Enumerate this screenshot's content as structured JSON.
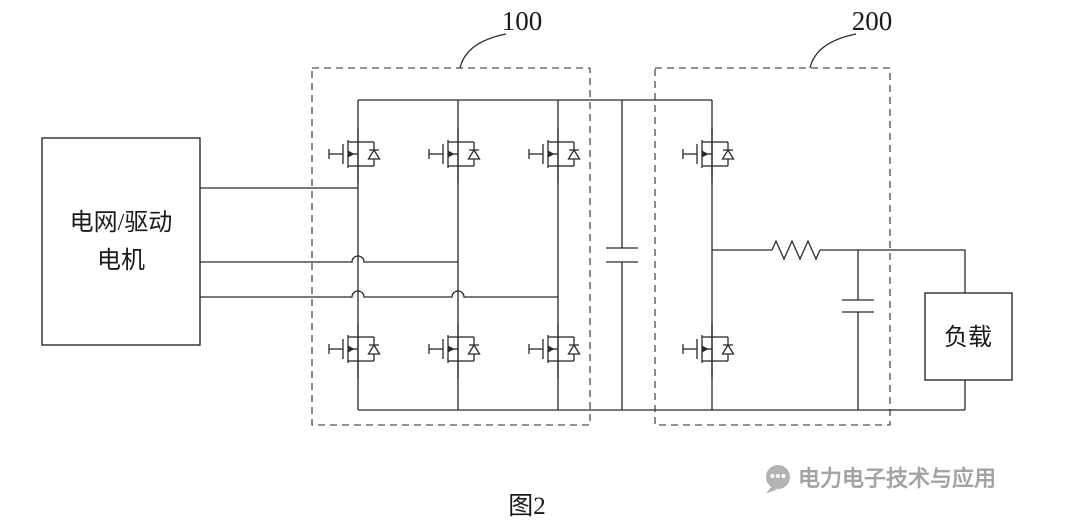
{
  "figure": {
    "caption": "图2",
    "source_block": {
      "line1": "电网/驱动",
      "line2": "电机"
    },
    "load_block": {
      "label": "负载"
    },
    "stage_labels": {
      "converter_ref": "100",
      "output_stage_ref": "200"
    },
    "watermark": {
      "text": "电力电子技术与应用"
    },
    "colors": {
      "line": "#2a2a2a",
      "watermark": "#a3a3a3",
      "background": "#ffffff"
    }
  }
}
